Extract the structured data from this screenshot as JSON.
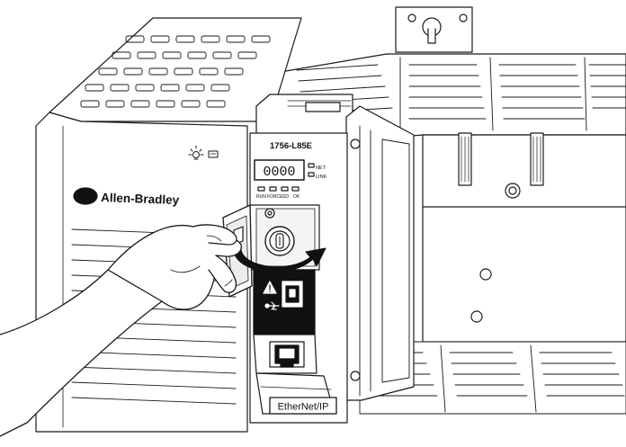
{
  "labels": {
    "brand": "Allen-Bradley",
    "ab_logo": "AB",
    "model": "1756-L85E",
    "display": "0000",
    "indicator_run": "RUN",
    "indicator_force": "FORCE",
    "indicator_sd": "SD",
    "indicator_ok": "OK",
    "indicator_net": "NET",
    "indicator_link": "LINK",
    "network": "EtherNet/IP"
  },
  "icons": [
    "warning-icon",
    "usb-icon",
    "light-icon",
    "keyswitch-icon",
    "rotate-arrow-icon"
  ],
  "colors": {
    "line": "#1a1a1a",
    "fill": "#ffffff",
    "dark": "#111111",
    "shade": "#d9d9d9"
  }
}
